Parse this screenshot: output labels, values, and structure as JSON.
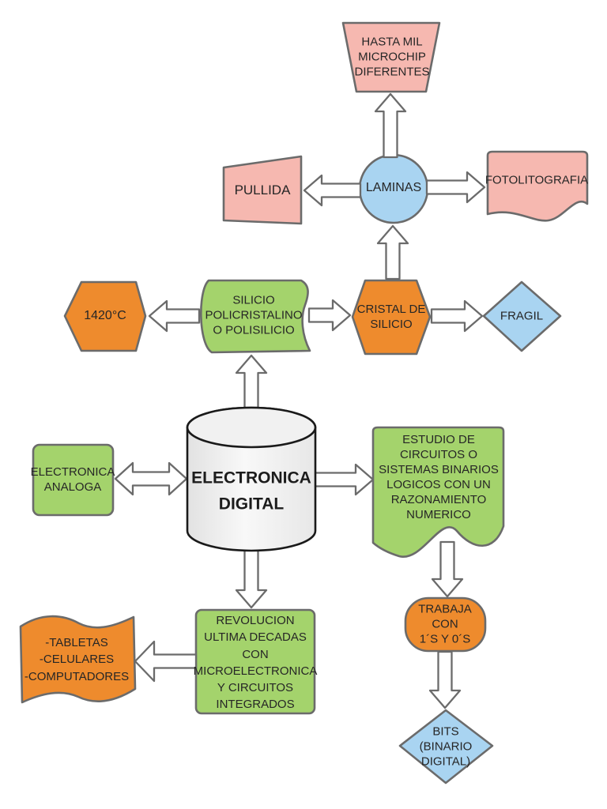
{
  "palette": {
    "green": "#a4d36c",
    "orange": "#ee8b2d",
    "blue": "#a9d4f1",
    "pink": "#f6b8b0",
    "stroke": "#6b6b6b",
    "cylinder_stroke": "#1a1a1a",
    "text": "#262626",
    "background": "#ffffff"
  },
  "nodes": {
    "electronica_digital": {
      "label": "ELECTRONICA\nDIGITAL",
      "shape": "cylinder"
    },
    "electronica_analoga": {
      "label": "ELECTRONICA\nANALOGA",
      "shape": "rounded-rectangle"
    },
    "estudio": {
      "label": "ESTUDIO DE\nCIRCUITOS O\nSISTEMAS BINARIOS\nLOGICOS CON UN\nRAZONAMIENTO\nNUMERICO",
      "shape": "document"
    },
    "trabaja": {
      "label": "TRABAJA\nCON\n1´S Y 0´S",
      "shape": "stadium"
    },
    "bits": {
      "label": "BITS\n(BINARIO\nDIGITAL)",
      "shape": "diamond"
    },
    "revolucion": {
      "label": "REVOLUCION\nULTIMA DECADAS\nCON\nMICROELECTRONICA\nY CIRCUITOS\nINTEGRADOS",
      "shape": "rectangle"
    },
    "dispositivos": {
      "label": "-TABLETAS\n-CELULARES\n-COMPUTADORES",
      "shape": "wavy-flag"
    },
    "silicio_policristalino": {
      "label": "SILICIO\nPOLICRISTALINO\nO POLISILICIO",
      "shape": "curled-panel"
    },
    "temperatura": {
      "label": "1420°C",
      "shape": "hexagon"
    },
    "cristal_silicio": {
      "label": "CRISTAL DE\nSILICIO",
      "shape": "hexagon"
    },
    "fragil": {
      "label": "FRAGIL",
      "shape": "diamond"
    },
    "laminas": {
      "label": "LAMINAS",
      "shape": "circle"
    },
    "pullida": {
      "label": "PULLIDA",
      "shape": "slanted-box"
    },
    "fotolitografia": {
      "label": "FOTOLITOGRAFIA",
      "shape": "document"
    },
    "hasta_mil": {
      "label": "HASTA MIL\nMICROCHIP\nDIFERENTES",
      "shape": "inverted-trapezoid"
    }
  },
  "edges": [
    {
      "from": "electronica_digital",
      "to": "electronica_analoga",
      "style": "double-arrow"
    },
    {
      "from": "electronica_digital",
      "to": "estudio",
      "style": "arrow"
    },
    {
      "from": "estudio",
      "to": "trabaja",
      "style": "arrow"
    },
    {
      "from": "trabaja",
      "to": "bits",
      "style": "arrow"
    },
    {
      "from": "electronica_digital",
      "to": "revolucion",
      "style": "arrow"
    },
    {
      "from": "revolucion",
      "to": "dispositivos",
      "style": "arrow"
    },
    {
      "from": "electronica_digital",
      "to": "silicio_policristalino",
      "style": "arrow"
    },
    {
      "from": "silicio_policristalino",
      "to": "temperatura",
      "style": "arrow"
    },
    {
      "from": "silicio_policristalino",
      "to": "cristal_silicio",
      "style": "arrow"
    },
    {
      "from": "cristal_silicio",
      "to": "fragil",
      "style": "arrow"
    },
    {
      "from": "cristal_silicio",
      "to": "laminas",
      "style": "arrow"
    },
    {
      "from": "laminas",
      "to": "pullida",
      "style": "arrow"
    },
    {
      "from": "laminas",
      "to": "fotolitografia",
      "style": "arrow"
    },
    {
      "from": "laminas",
      "to": "hasta_mil",
      "style": "arrow"
    }
  ]
}
